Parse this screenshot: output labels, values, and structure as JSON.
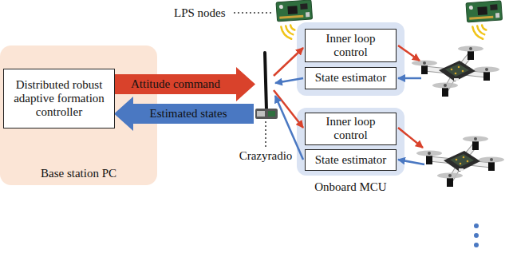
{
  "diagram": {
    "nodes": [
      {
        "text": [
          "Base station PC"
        ]
      },
      {
        "text": [
          "Distributed robust adaptive formation controller"
        ],
        "in": 0
      },
      {
        "text": []
      },
      {
        "text": [
          "Inner loop control"
        ],
        "in": 2
      },
      {
        "text": [
          "State estimator"
        ],
        "in": 2
      },
      {
        "text": [
          "Onboard MCU"
        ]
      },
      {
        "text": [
          "Inner loop control"
        ],
        "in": 5
      },
      {
        "text": [
          "State estimator"
        ],
        "in": 5
      }
    ],
    "labels": [
      "LPS nodes",
      "Attitude command",
      "Estimated states",
      "Crazyradio"
    ]
  }
}
